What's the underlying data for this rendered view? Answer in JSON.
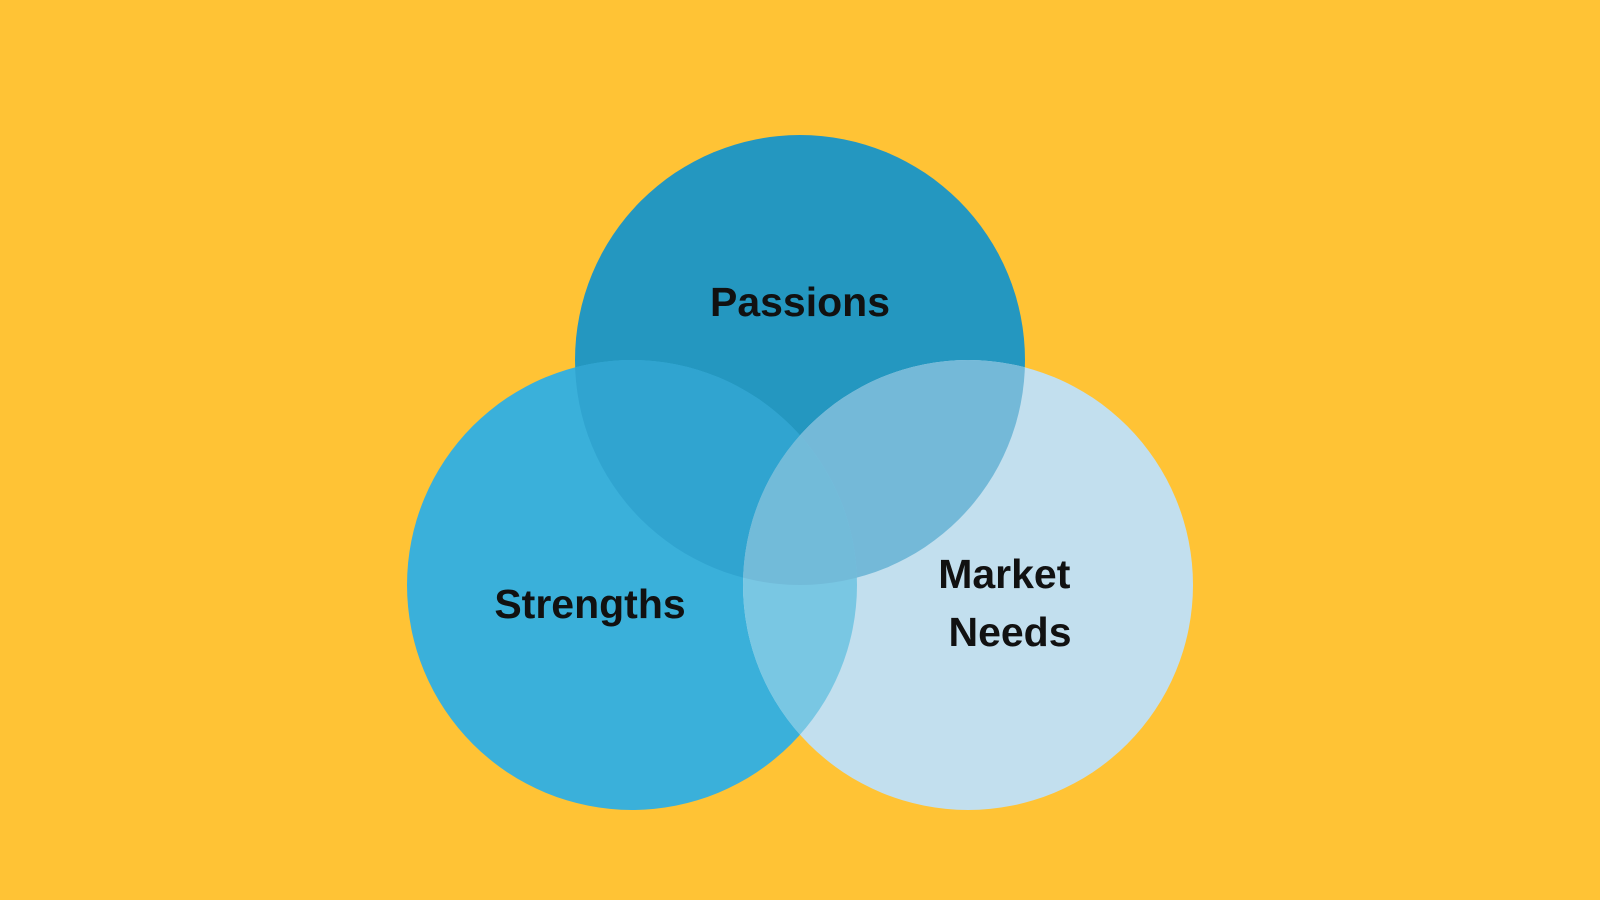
{
  "background_color": "#FFC335",
  "diagram": {
    "type": "venn",
    "sets": [
      {
        "id": "passions",
        "label": "Passions",
        "color": "#2497C0"
      },
      {
        "id": "strengths",
        "label": "Strengths",
        "color": "#3AB0DA"
      },
      {
        "id": "market_needs",
        "label_lines": [
          "Market",
          "Needs"
        ],
        "color": "#C2DFEE"
      }
    ],
    "overlap_colors": {
      "passions_strengths": "#30A4D0",
      "passions_market_needs": "#74B9D8",
      "strengths_market_needs": "#79C7E3",
      "all_three": "#72BBD9"
    }
  }
}
